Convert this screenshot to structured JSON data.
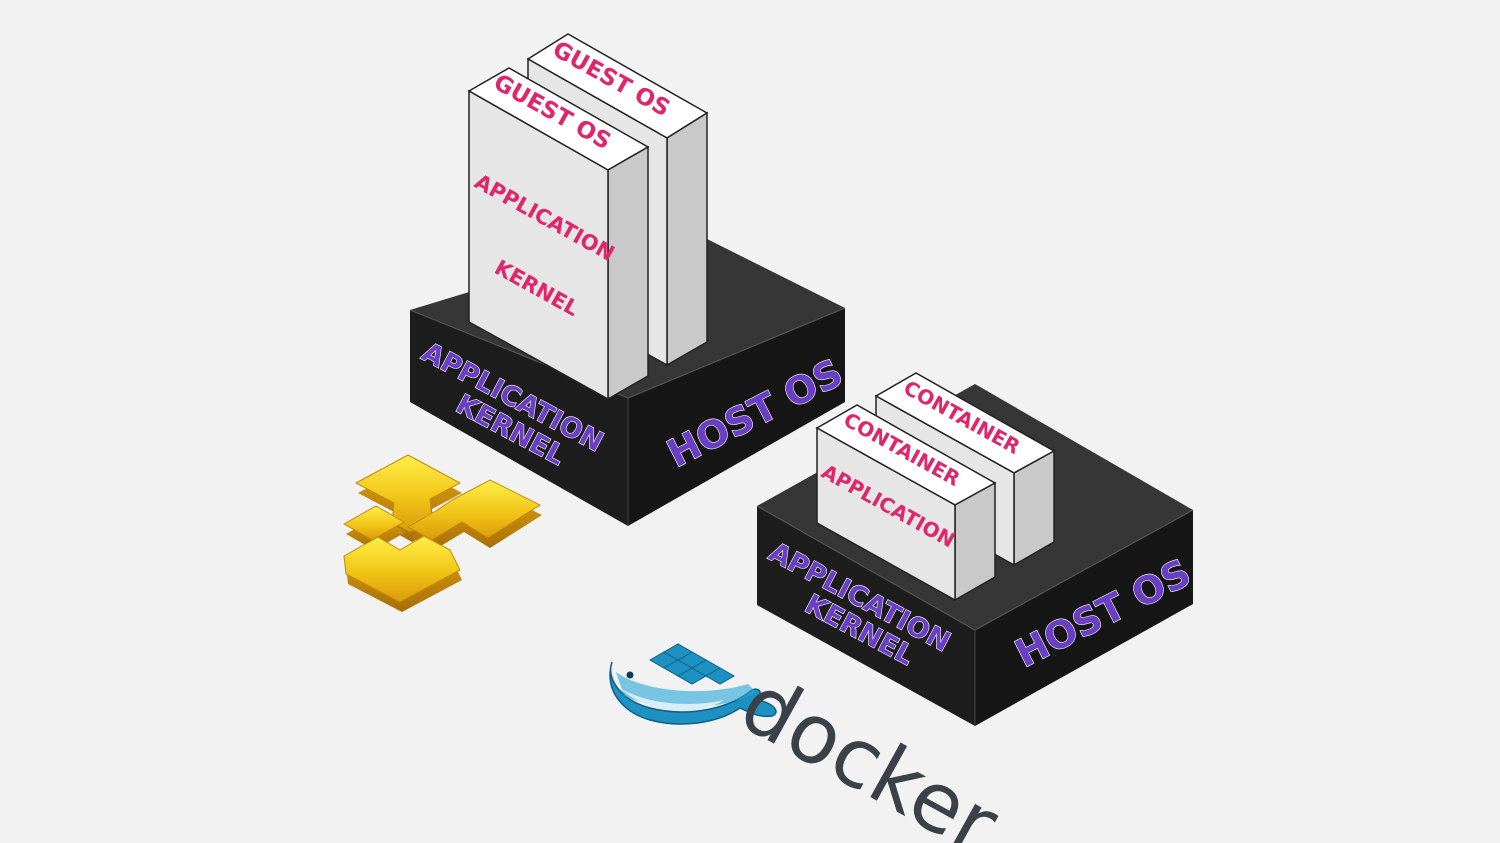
{
  "vm_stack": {
    "host_front_label": "HOST OS",
    "host_side_line1": "APPLICATION",
    "host_side_line2": "KERNEL",
    "guest_back_label": "GUEST OS",
    "guest_front_label": "GUEST OS",
    "guest_app_label": "APPLICATION",
    "guest_kernel_label": "KERNEL"
  },
  "container_stack": {
    "host_front_label": "HOST OS",
    "host_side_line1": "APPLICATION",
    "host_side_line2": "KERNEL",
    "container_back_label": "CONTAINER",
    "container_front_label": "CONTAINER",
    "container_app_label": "APPLICATION"
  },
  "logos": {
    "vmware_icon": "vmware-arrows-icon",
    "docker_icon": "docker-whale-icon",
    "docker_wordmark": "docker"
  },
  "colors": {
    "background": "#f2f2f2",
    "base_dark": "#1e1e1e",
    "box_light": "#e6e6e6",
    "pink_text": "#e0256a",
    "purple_text": "#6a3fc4",
    "vmware_gold": "#f0c419",
    "docker_blue": "#1d91c2"
  }
}
